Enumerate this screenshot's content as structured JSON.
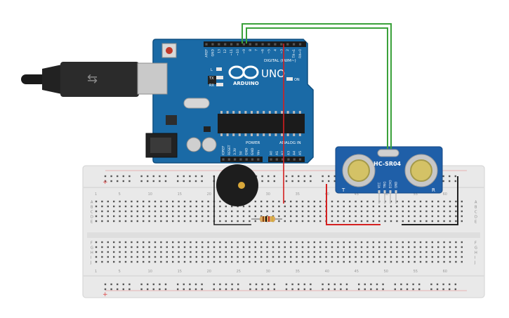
{
  "arduino": {
    "brand": "ARDUINO",
    "model": "UNO",
    "digital_label": "DIGITAL (PWM~)",
    "analog_label": "ANALOG IN",
    "power_label": "POWER",
    "tx_label": "TX",
    "rx_label": "RX",
    "on_label": "ON",
    "l_label": "L",
    "header_pins": [
      "AREF",
      "GND",
      "13",
      "12",
      "~11",
      "~10",
      "~9",
      "8",
      "7",
      "~6",
      "~5",
      "4",
      "~3",
      "2",
      "TX→1",
      "RX←0"
    ],
    "power_pins": [
      "IOREF",
      "RESET",
      "3.3V",
      "5V",
      "GND",
      "GND",
      "Vin"
    ],
    "analog_pins": [
      "A0",
      "A1",
      "A2",
      "A3",
      "A4",
      "A5"
    ]
  },
  "sensor": {
    "model": "HC-SR04",
    "left_mark": "T",
    "right_mark": "R",
    "pins": [
      "VCC",
      "TRIG",
      "ECHO",
      "GND"
    ]
  },
  "breadboard": {
    "column_numbers": [
      "1",
      "5",
      "10",
      "15",
      "20",
      "25",
      "30",
      "35",
      "40",
      "45",
      "50",
      "55",
      "60"
    ],
    "rows_top": [
      "A",
      "B",
      "C",
      "D",
      "E"
    ],
    "rows_bottom": [
      "F",
      "G",
      "H",
      "I",
      "J"
    ],
    "rail_minus": "−",
    "rail_plus": "+"
  },
  "colors": {
    "board_blue": "#1a6aa6",
    "sensor_blue": "#1f5fa8",
    "wire_green": "#3aa13a",
    "wire_red": "#d42020",
    "wire_black": "#222222",
    "breadboard": "#e8e8e8"
  }
}
